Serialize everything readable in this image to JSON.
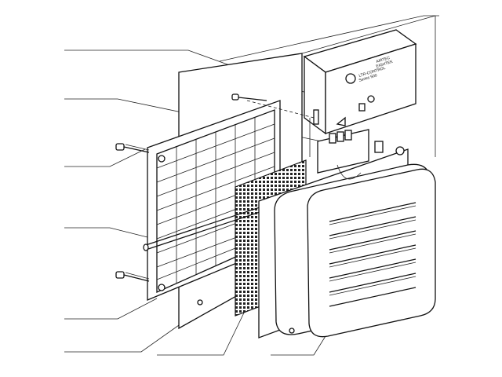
{
  "controller_label": {
    "brand_line1": "AIRTEC",
    "brand_line2": "EIGHTEK",
    "model": "LTR-CONTROL",
    "line3": "Series 500"
  },
  "leader_count": 8,
  "colors": {
    "ink": "#111111",
    "paper": "#ffffff",
    "mesh": "#2a2a2a"
  }
}
